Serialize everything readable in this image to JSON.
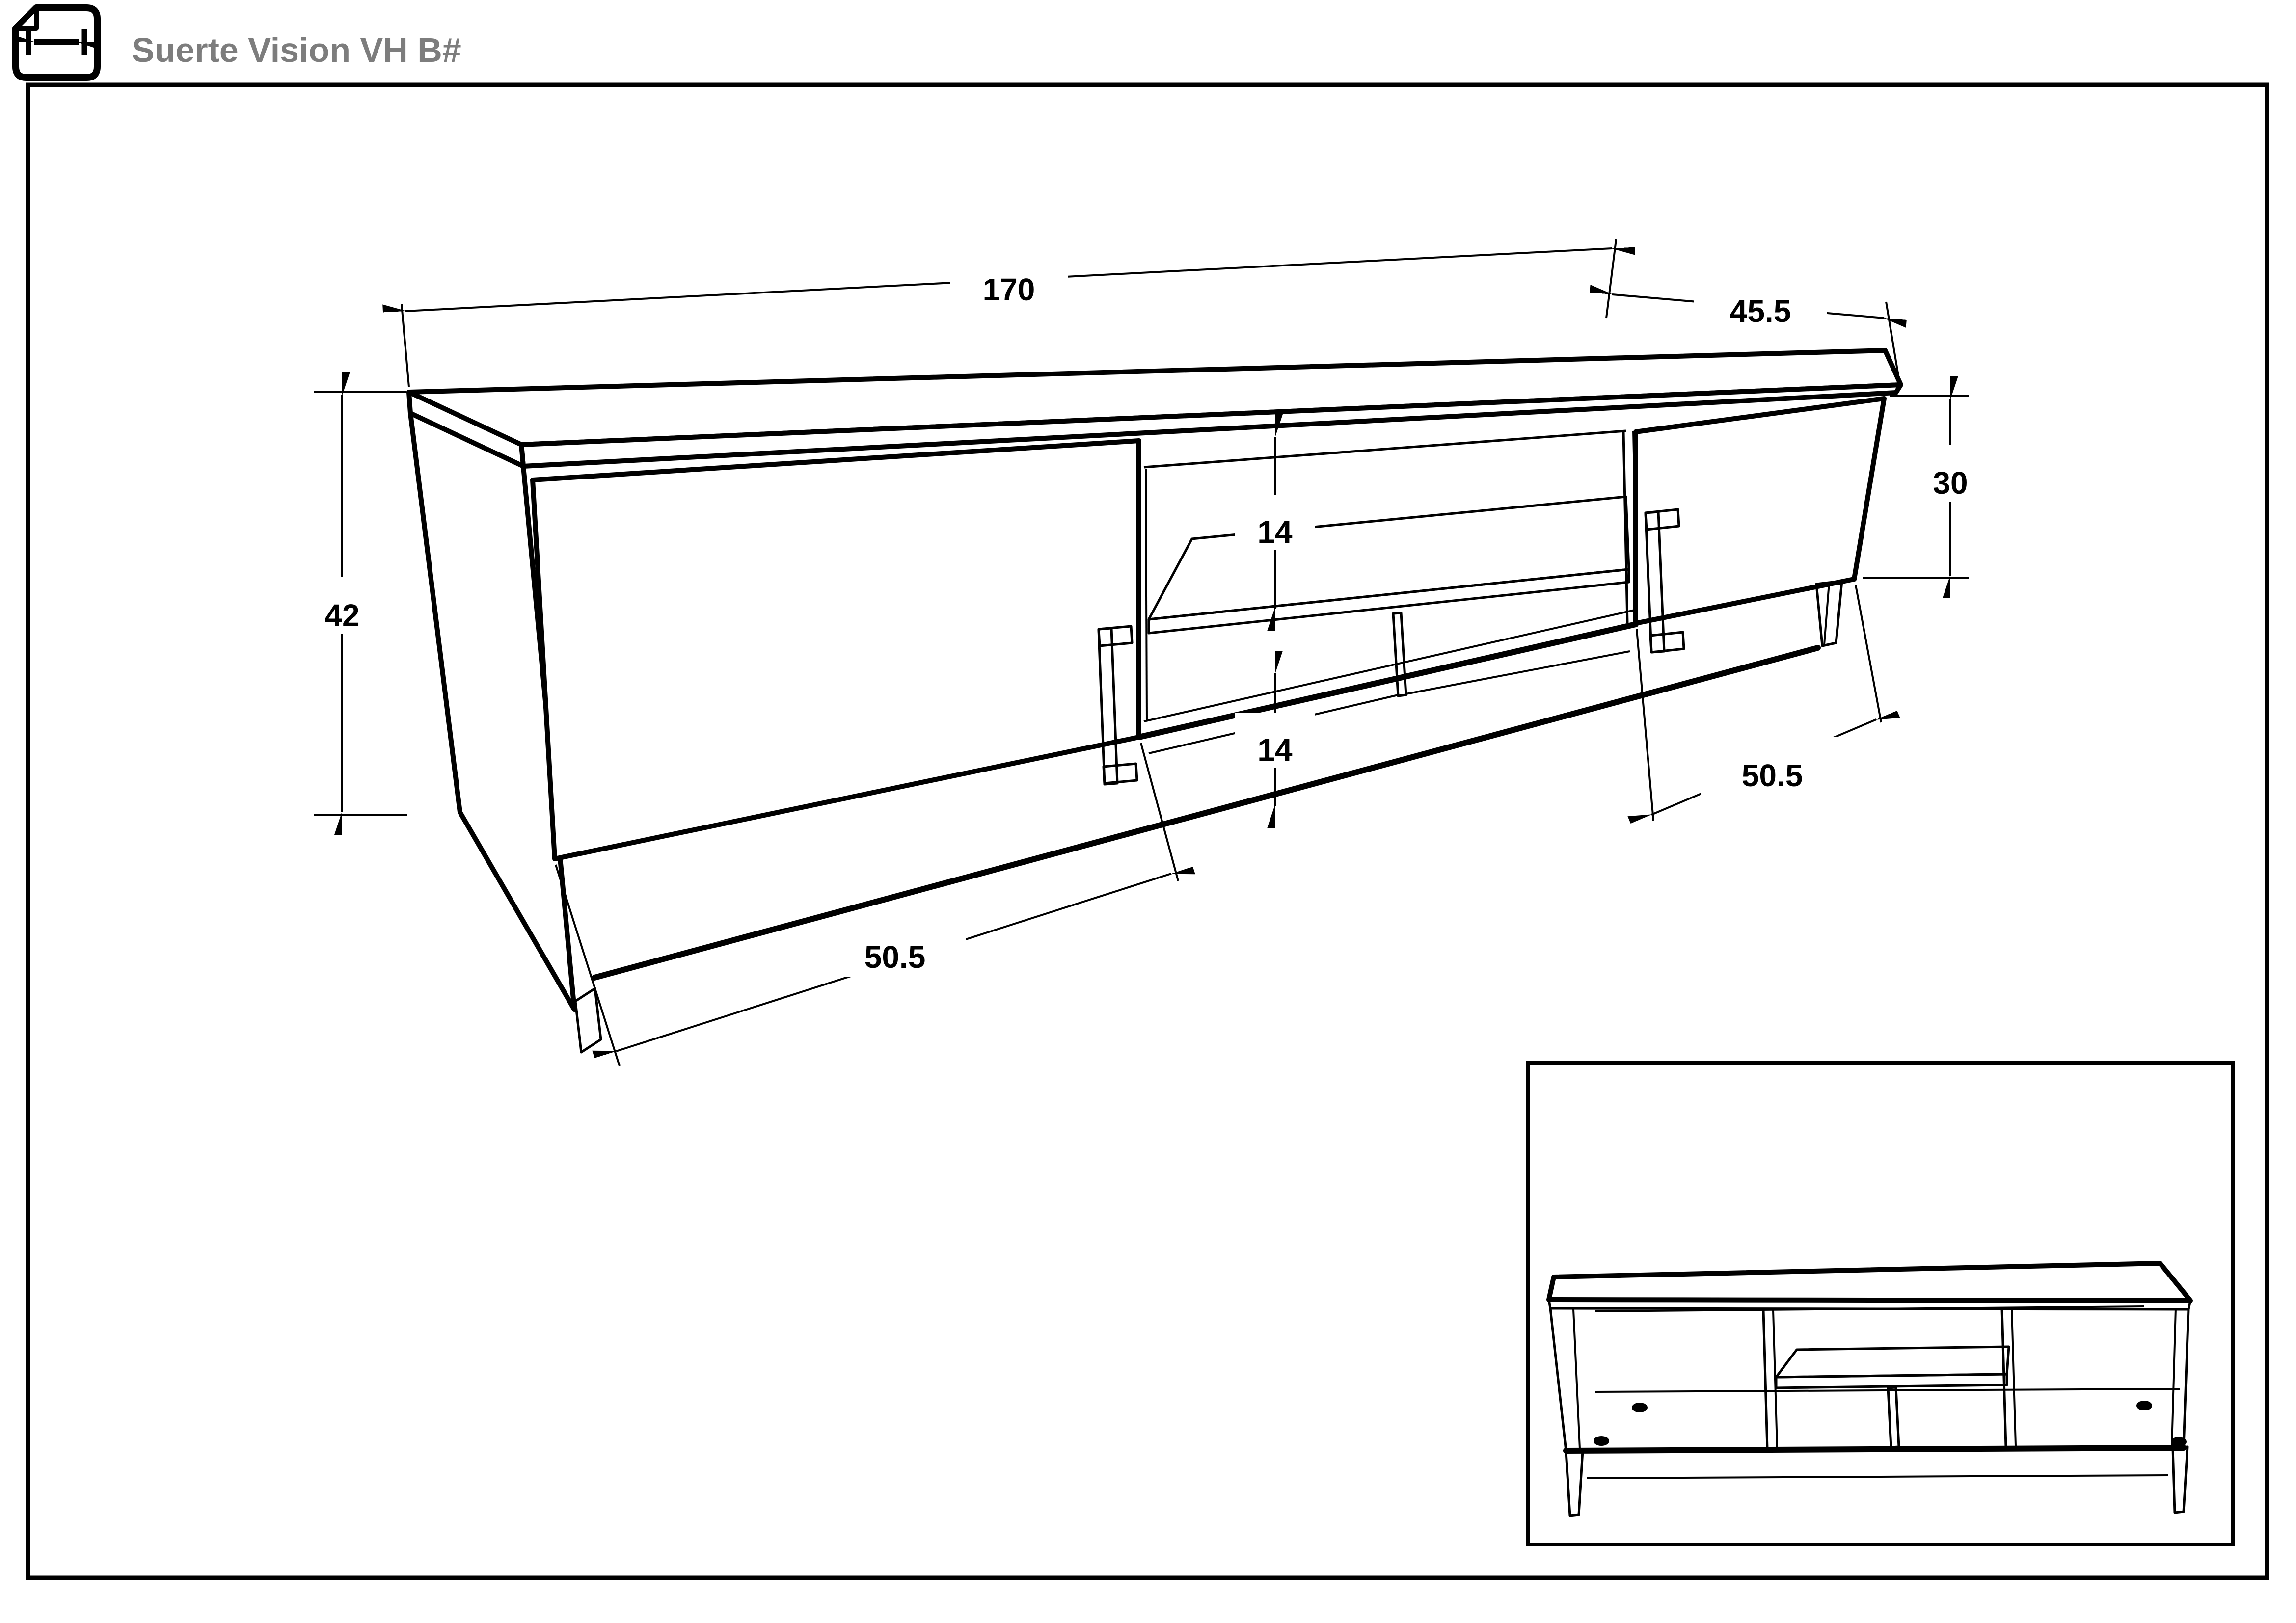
{
  "header": {
    "title": "Suerte Vision VH B#",
    "icon": "dimension-document-icon"
  },
  "colors": {
    "line": "#000000",
    "title_gray": "#7d7d7d",
    "background": "#ffffff"
  },
  "drawing": {
    "type": "technical-dimension-drawing",
    "subject": "TV stand with two doors and open center shelves",
    "views": [
      "main perspective view with doors and dimensions",
      "inset perspective view of carcass without doors"
    ],
    "dimensions": {
      "overall_width": "170",
      "depth": "45.5",
      "overall_height": "42",
      "right_section_height": "30",
      "upper_shelf_gap": "14",
      "lower_shelf_gap": "14",
      "left_door_width": "50.5",
      "right_door_width": "50.5"
    }
  }
}
